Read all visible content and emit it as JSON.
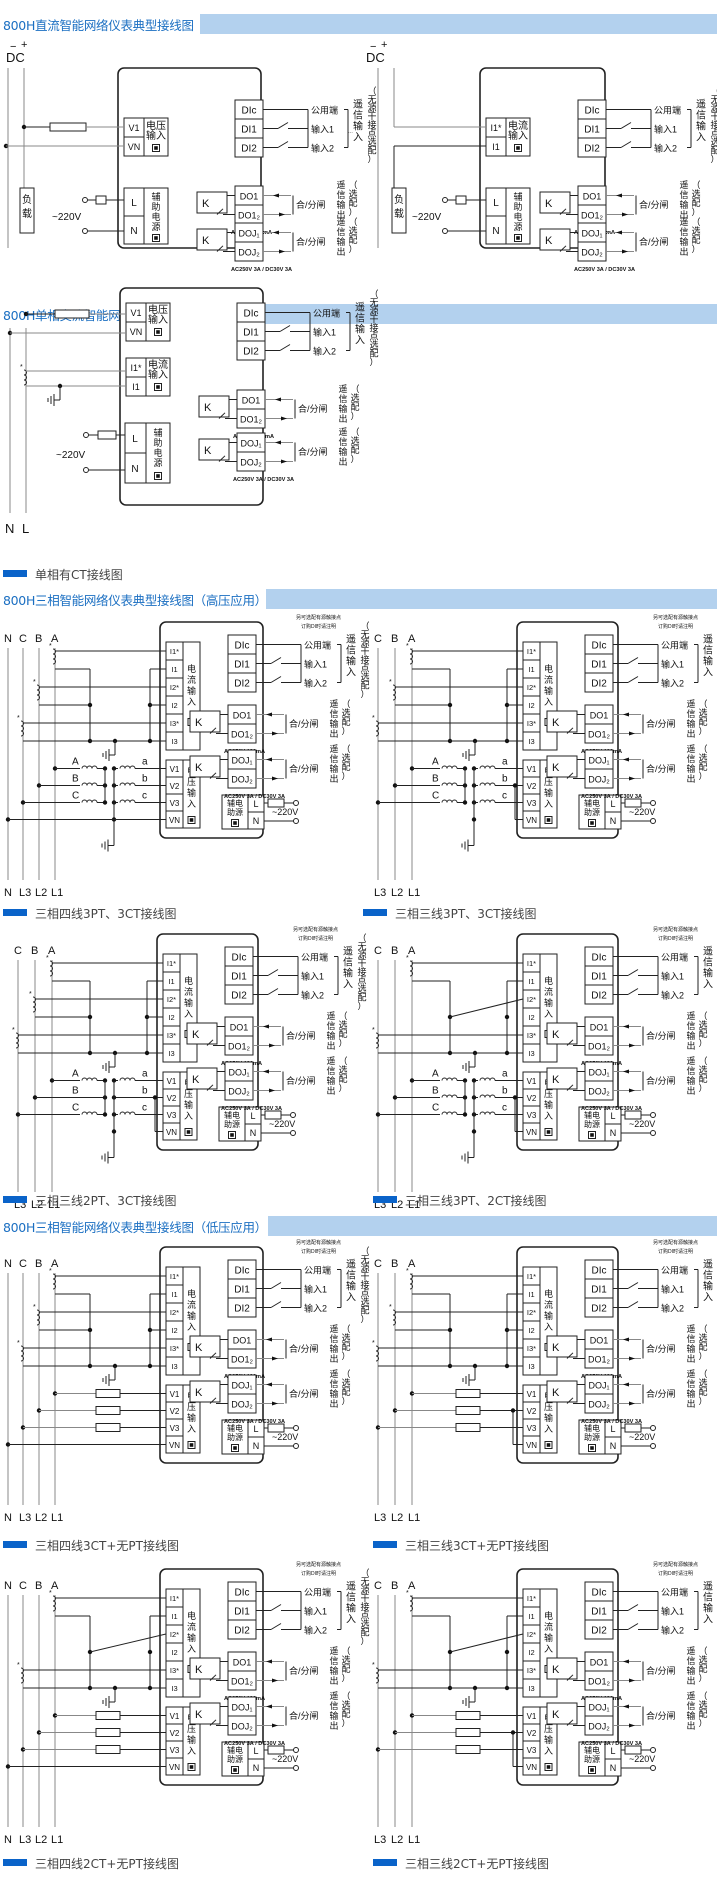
{
  "sections": [
    {
      "id": "dc",
      "title": "800H直流智能网络仪表典型接线图"
    },
    {
      "id": "ac1",
      "title": "800H单相交流智能网络仪表典型接线图"
    },
    {
      "id": "hv",
      "title": "800H三相智能网络仪表典型接线图（高压应用）"
    },
    {
      "id": "lv",
      "title": "800H三相智能网络仪表典型接线图（低压应用）"
    }
  ],
  "labels": {
    "dc": "DC",
    "dc_minus": "−",
    "dc_plus": "+",
    "load": [
      "负",
      "载"
    ],
    "ac_220": "~220V",
    "voltage_input": [
      "电压",
      "输入"
    ],
    "current_input": [
      "电流",
      "输入"
    ],
    "aux_power": [
      "辅",
      "助",
      "电",
      "源"
    ],
    "aux_power_short": [
      "辅电",
      "助源"
    ],
    "vinput_vertical": [
      "电",
      "压",
      "输",
      "入"
    ],
    "iinput_vertical": [
      "电",
      "流",
      "输",
      "入"
    ],
    "di_terms": [
      "DIc",
      "DI1",
      "DI2"
    ],
    "di_names": [
      "公用端",
      "输入1",
      "输入2"
    ],
    "di_group": [
      "遥",
      "信",
      "输",
      "入"
    ],
    "di_note": "（无源干接点选配）",
    "di_optional_note": [
      "另可选配有源触接点",
      "订购DI时请注明"
    ],
    "do1_terms": [
      "DO1",
      "DO1₂"
    ],
    "do2_terms": [
      "DOJ₁",
      "DOJ₂"
    ],
    "relay_k": "K",
    "open_close": "合/分闸",
    "do_group": [
      "遥",
      "信",
      "输",
      "出"
    ],
    "do_option": "（选配）",
    "rating_do1": "AC250V  120mA",
    "rating_do2": "AC250V  3A  /  DC30V  3A",
    "term_L": "L",
    "term_N": "N",
    "term_V": [
      "V1",
      "V2",
      "V3",
      "VN"
    ],
    "term_I": [
      "I1*",
      "I1",
      "I2*",
      "I2",
      "I3*",
      "I3"
    ],
    "term_dc_v": [
      "V1",
      "VN"
    ],
    "term_dc_i": [
      "I1*",
      "I1"
    ],
    "pt_primary": [
      "A",
      "B",
      "C"
    ],
    "pt_secondary": [
      "a",
      "b",
      "c"
    ]
  },
  "diagrams": [
    {
      "id": "dc-voltage",
      "type": "dc",
      "mode": "voltage",
      "caption": ""
    },
    {
      "id": "dc-current",
      "type": "dc",
      "mode": "current",
      "caption": ""
    },
    {
      "id": "ac-single",
      "type": "single",
      "caption": "单相有CT接线图",
      "bus_top": [
        "N",
        "L"
      ]
    },
    {
      "id": "hv-4w-3pt-3ct",
      "type": "three",
      "pt": 3,
      "ct": 3,
      "wires": [
        "N",
        "C",
        "B",
        "A"
      ],
      "bottom": [
        "N",
        "L3",
        "L2",
        "L1"
      ],
      "caption": "三相四线3PT、3CT接线图"
    },
    {
      "id": "hv-3w-3pt-3ct",
      "type": "three",
      "pt": 3,
      "ct": 3,
      "wires": [
        "C",
        "B",
        "A"
      ],
      "bottom": [
        "L3",
        "L2",
        "L1"
      ],
      "caption": "三相三线3PT、3CT接线图"
    },
    {
      "id": "hv-3w-2pt-3ct",
      "type": "three",
      "pt": 2,
      "ct": 3,
      "wires": [
        "C",
        "B",
        "A"
      ],
      "bottom": [
        "L3",
        "L2",
        "L1"
      ],
      "caption": "三相三线2PT、3CT接线图"
    },
    {
      "id": "hv-3w-3pt-2ct",
      "type": "three",
      "pt": 3,
      "ct": 2,
      "wires": [
        "C",
        "B",
        "A"
      ],
      "bottom": [
        "L3",
        "L2",
        "L1"
      ],
      "caption": "三相三线3PT、2CT接线图"
    },
    {
      "id": "lv-4w-3ct",
      "type": "three",
      "pt": 0,
      "ct": 3,
      "wires": [
        "N",
        "C",
        "B",
        "A"
      ],
      "bottom": [
        "N",
        "L3",
        "L2",
        "L1"
      ],
      "caption": "三相四线3CT+无PT接线图"
    },
    {
      "id": "lv-3w-3ct",
      "type": "three",
      "pt": 0,
      "ct": 3,
      "wires": [
        "C",
        "B",
        "A"
      ],
      "bottom": [
        "L3",
        "L2",
        "L1"
      ],
      "caption": "三相三线3CT+无PT接线图"
    },
    {
      "id": "lv-4w-2ct",
      "type": "three",
      "pt": 0,
      "ct": 2,
      "wires": [
        "N",
        "C",
        "B",
        "A"
      ],
      "bottom": [
        "N",
        "L3",
        "L2",
        "L1"
      ],
      "caption": "三相四线2CT+无PT接线图"
    },
    {
      "id": "lv-3w-2ct",
      "type": "three",
      "pt": 0,
      "ct": 2,
      "wires": [
        "C",
        "B",
        "A"
      ],
      "bottom": [
        "L3",
        "L2",
        "L1"
      ],
      "caption": "三相三线2CT+无PT接线图"
    }
  ]
}
